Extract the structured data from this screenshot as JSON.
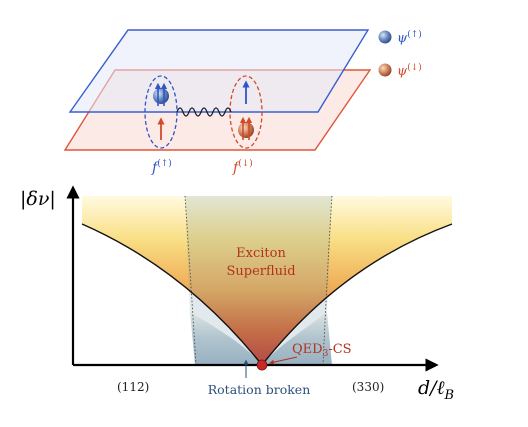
{
  "top": {
    "legend_up": "ψ",
    "legend_up_sup": "(↑)",
    "legend_down": "ψ",
    "legend_down_sup": "(↓)",
    "label_f_up": "f",
    "label_f_up_sup": "(↑)",
    "label_f_down": "f",
    "label_f_down_sup": "(↓)",
    "colors": {
      "up": "#2f55c8",
      "down": "#d24a2a",
      "up_ball": "#5b7fb8",
      "down_ball": "#c9734a"
    }
  },
  "phase": {
    "y_axis_label": "|δν|",
    "x_axis_label_main": "d/ℓ",
    "x_axis_label_sub": "B",
    "region_superfluid_line1": "Exciton",
    "region_superfluid_line2": "Superfluid",
    "critical_point_label_a": "QED",
    "critical_point_label_sub": "3",
    "critical_point_label_b": "-CS",
    "rotation_label": "Rotation broken",
    "left_tick_label": "(112)",
    "right_tick_label": "(330)",
    "colors": {
      "superfluid_top": "#fff7c8",
      "superfluid_mid": "#f2c36a",
      "superfluid_bottom": "#c3342a",
      "rotation_band": "#9fb6c4",
      "critical_point": "#c62828",
      "text_red": "#b3321f",
      "text_blue": "#2c4f7a"
    }
  }
}
